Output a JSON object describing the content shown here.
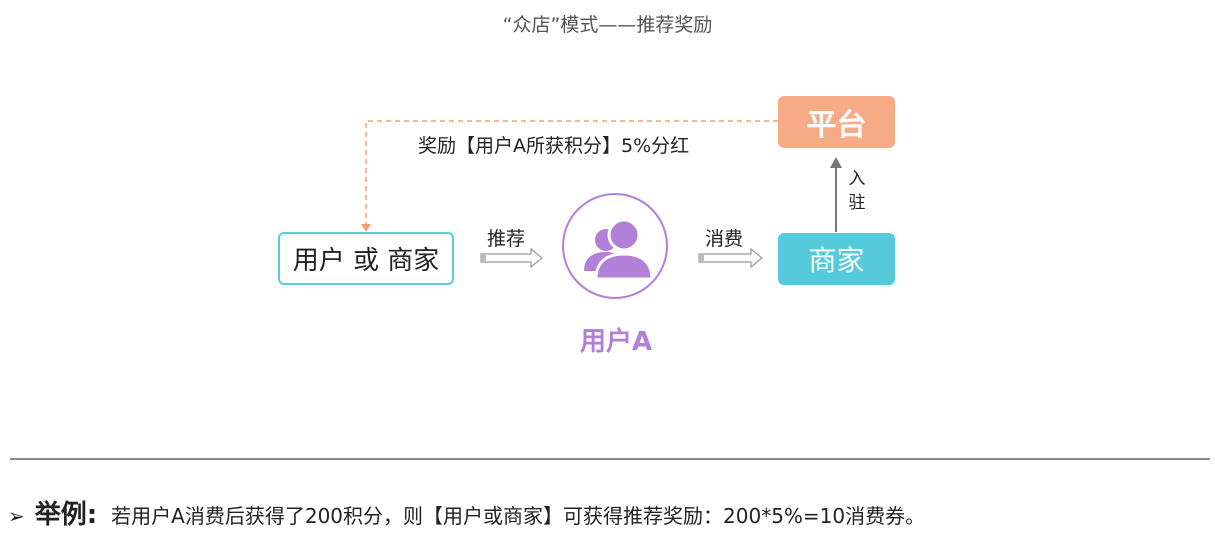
{
  "title": "“众店”模式——推荐奖励",
  "reward_text": "奖励【用户A所获积分】5%分红",
  "nodes": {
    "user_or_merchant": "用户 或 商家",
    "platform": "平台",
    "merchant": "商家",
    "user_a": "用户A"
  },
  "edges": {
    "recommend": "推荐",
    "consume": "消费",
    "join_char1": "入",
    "join_char2": "驻"
  },
  "example": {
    "pointer": "➢",
    "label": "举例:",
    "text": "若用户A消费后获得了200积分，则【用户或商家】可获得推荐奖励：200*5%=10消费券。"
  },
  "colors": {
    "platform": "#f6ab86",
    "merchant": "#55cadb",
    "user_a": "#b27fd9",
    "user_box_border": "#58cfd8",
    "dashed_line": "#f0a070"
  }
}
